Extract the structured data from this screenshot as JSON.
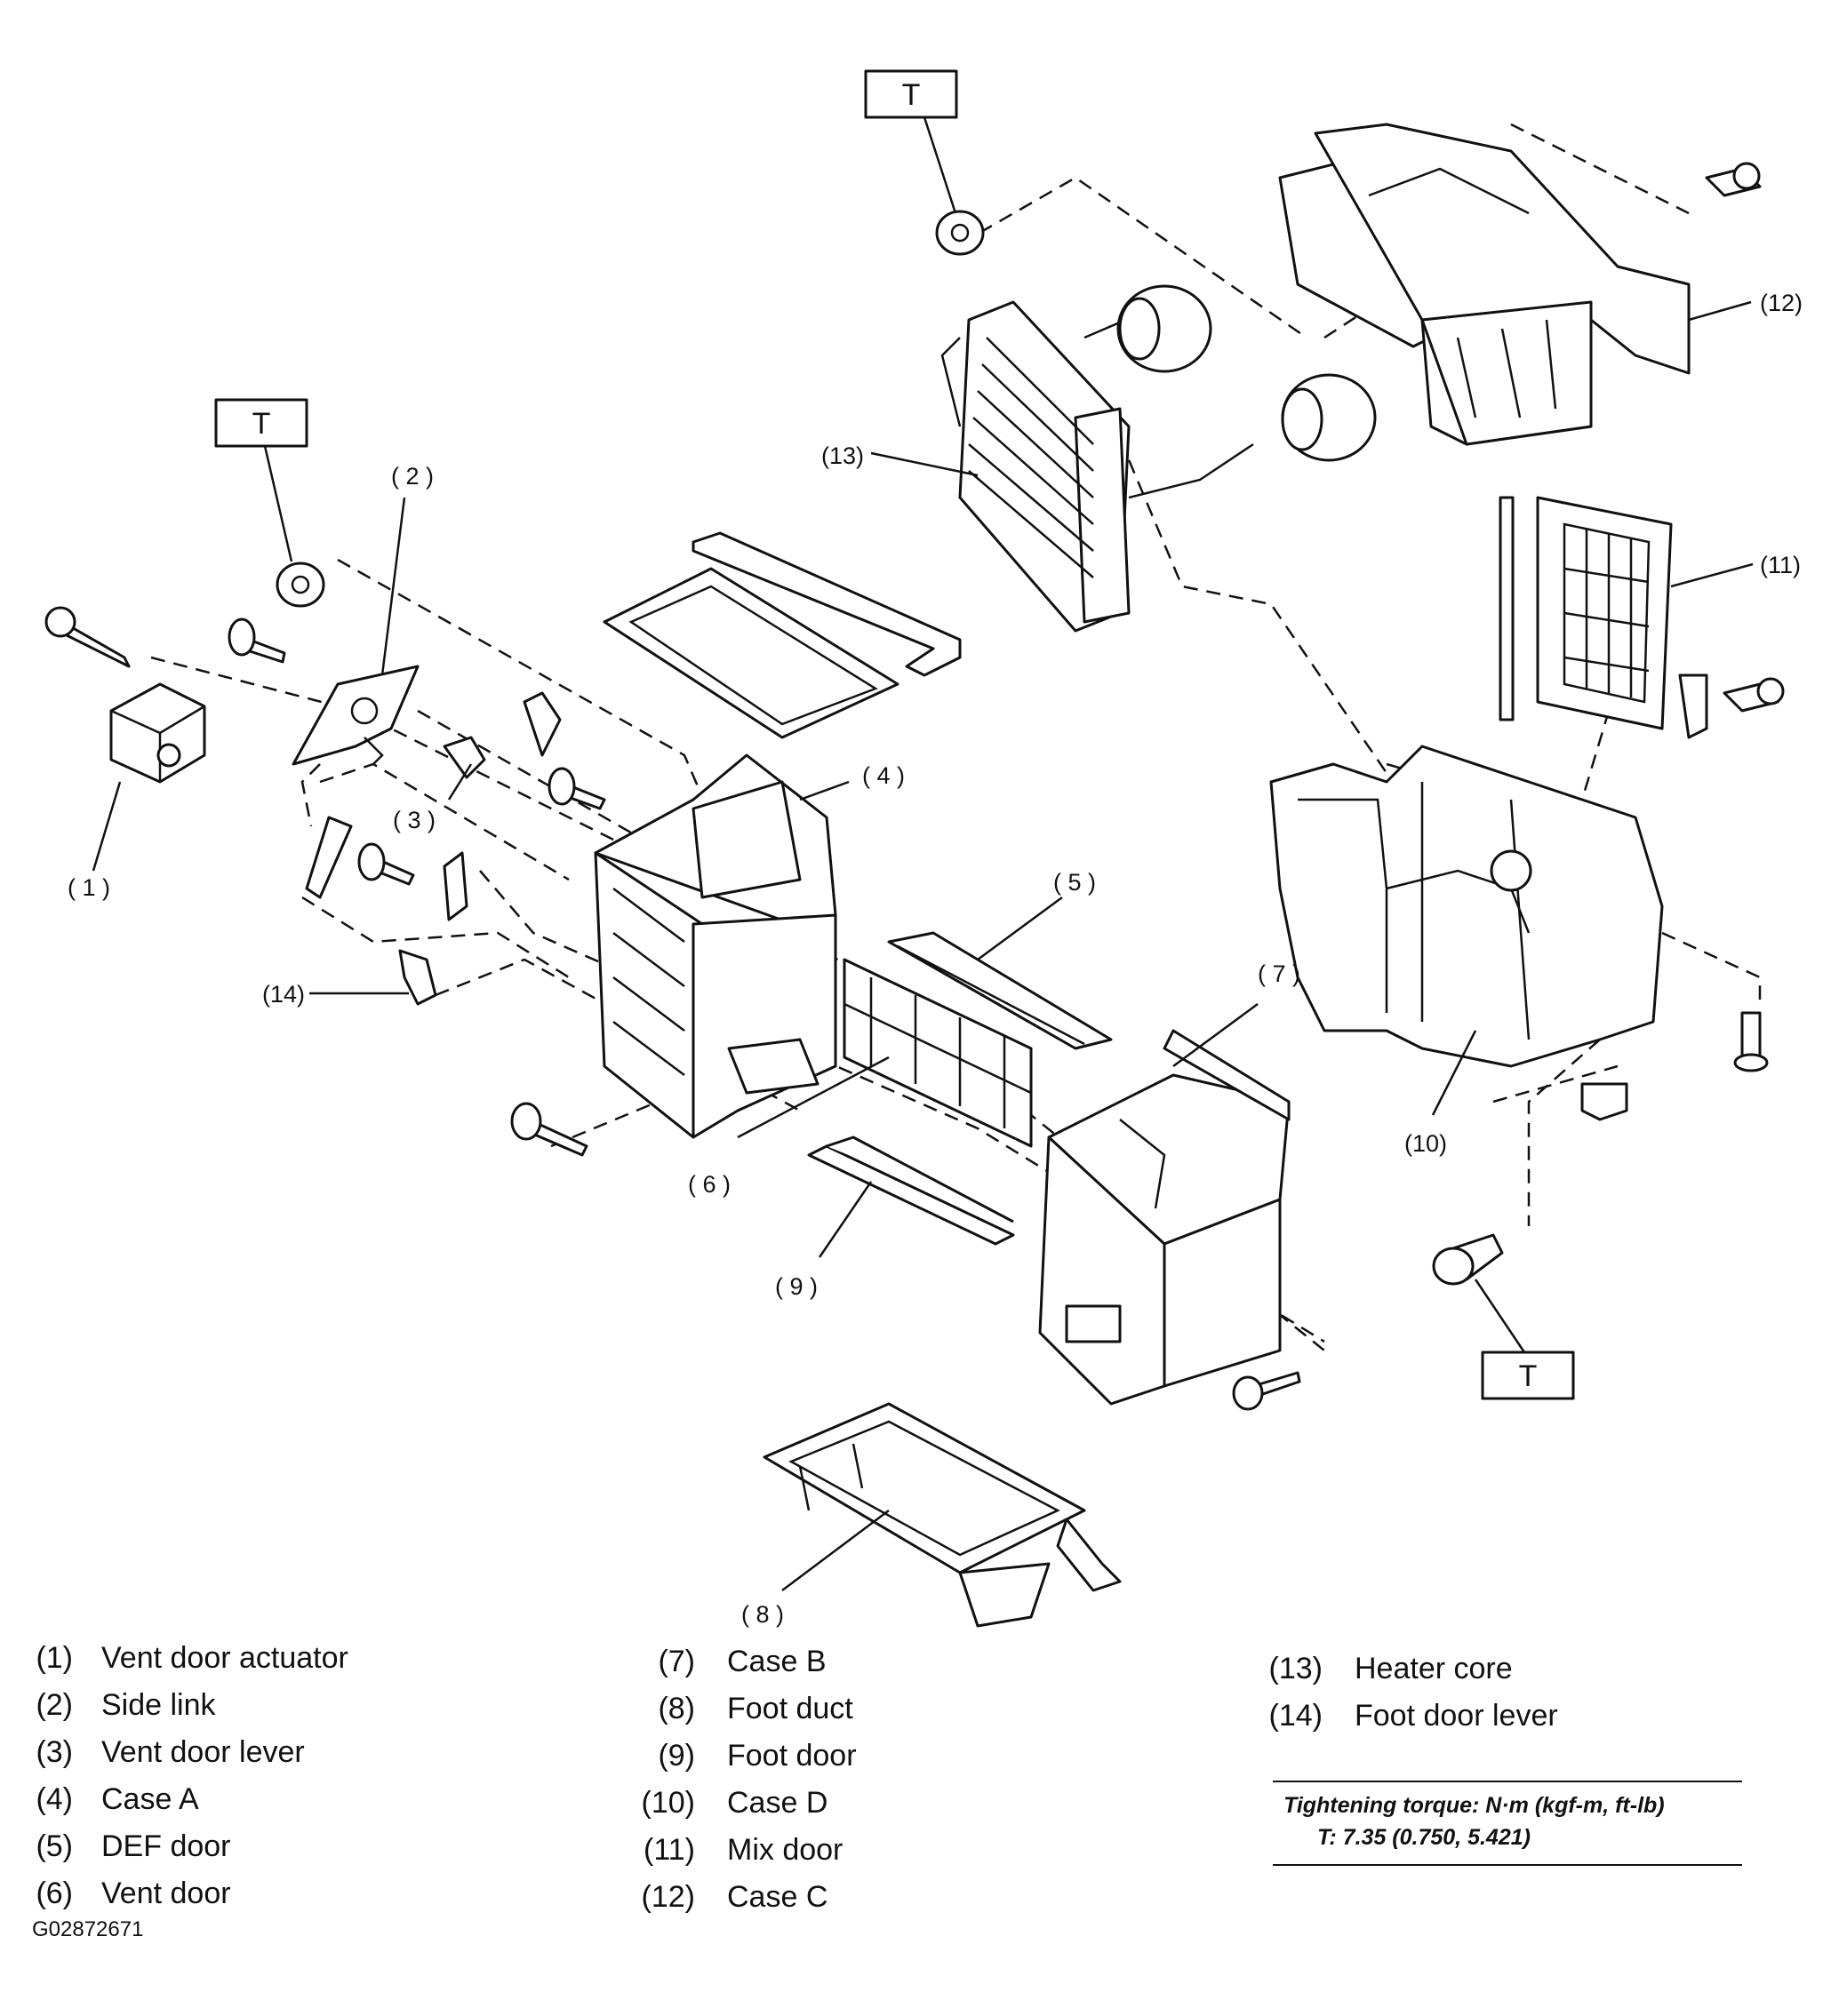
{
  "callouts": {
    "c1": "( 1 )",
    "c2": "( 2 )",
    "c3": "( 3 )",
    "c4": "( 4 )",
    "c5": "( 5 )",
    "c6": "( 6 )",
    "c7": "( 7 )",
    "c8": "( 8 )",
    "c9": "( 9 )",
    "c10": "(10)",
    "c11": "(11)",
    "c12": "(12)",
    "c13": "(13)",
    "c14": "(14)"
  },
  "torque_marker": "T",
  "legend": {
    "col1": [
      {
        "num": "(1)",
        "name": "Vent door actuator"
      },
      {
        "num": "(2)",
        "name": "Side link"
      },
      {
        "num": "(3)",
        "name": "Vent door lever"
      },
      {
        "num": "(4)",
        "name": "Case A"
      },
      {
        "num": "(5)",
        "name": "DEF door"
      },
      {
        "num": "(6)",
        "name": "Vent door"
      }
    ],
    "col2": [
      {
        "num": "(7)",
        "name": "Case B"
      },
      {
        "num": "(8)",
        "name": "Foot duct"
      },
      {
        "num": "(9)",
        "name": "Foot door"
      },
      {
        "num": "(10)",
        "name": "Case D"
      },
      {
        "num": "(11)",
        "name": "Mix door"
      },
      {
        "num": "(12)",
        "name": "Case C"
      }
    ],
    "col3": [
      {
        "num": "(13)",
        "name": "Heater core"
      },
      {
        "num": "(14)",
        "name": "Foot door lever"
      }
    ]
  },
  "torque": {
    "title": "Tightening torque: N·m (kgf-m, ft-lb)",
    "value": "T:   7.35 (0.750, 5.421)"
  },
  "figure_code": "G02872671"
}
